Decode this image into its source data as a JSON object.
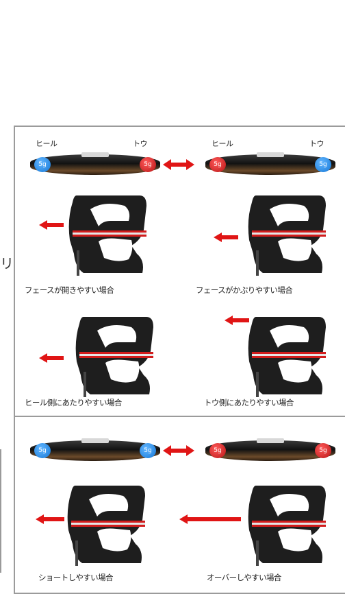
{
  "edge_text": "リ",
  "panel1": {
    "left_bar": {
      "heel_label": "ヒール",
      "toe_label": "トウ",
      "heel_weight": "5g",
      "toe_weight": "5g",
      "heel_color": "#1a86e6",
      "toe_color": "#d21c1c"
    },
    "right_bar": {
      "heel_label": "ヒール",
      "toe_label": "トウ",
      "heel_weight": "5g",
      "toe_weight": "5g",
      "heel_color": "#d21c1c",
      "toe_color": "#1a86e6"
    },
    "captions": [
      "フェースが開きやすい場合",
      "フェースがかぶりやすい場合",
      "ヒール側にあたりやすい場合",
      "トウ側にあたりやすい場合"
    ]
  },
  "panel2": {
    "left_bar": {
      "heel_weight": "5g",
      "toe_weight": "5g",
      "heel_color": "#1a86e6",
      "toe_color": "#1a86e6"
    },
    "right_bar": {
      "heel_weight": "5g",
      "toe_weight": "5g",
      "heel_color": "#d21c1c",
      "toe_color": "#d21c1c"
    },
    "captions": [
      "ショートしやすい場合",
      "オーバーしやすい場合"
    ]
  },
  "colors": {
    "arrow": "#e01515",
    "frame": "#9b9b9b"
  }
}
